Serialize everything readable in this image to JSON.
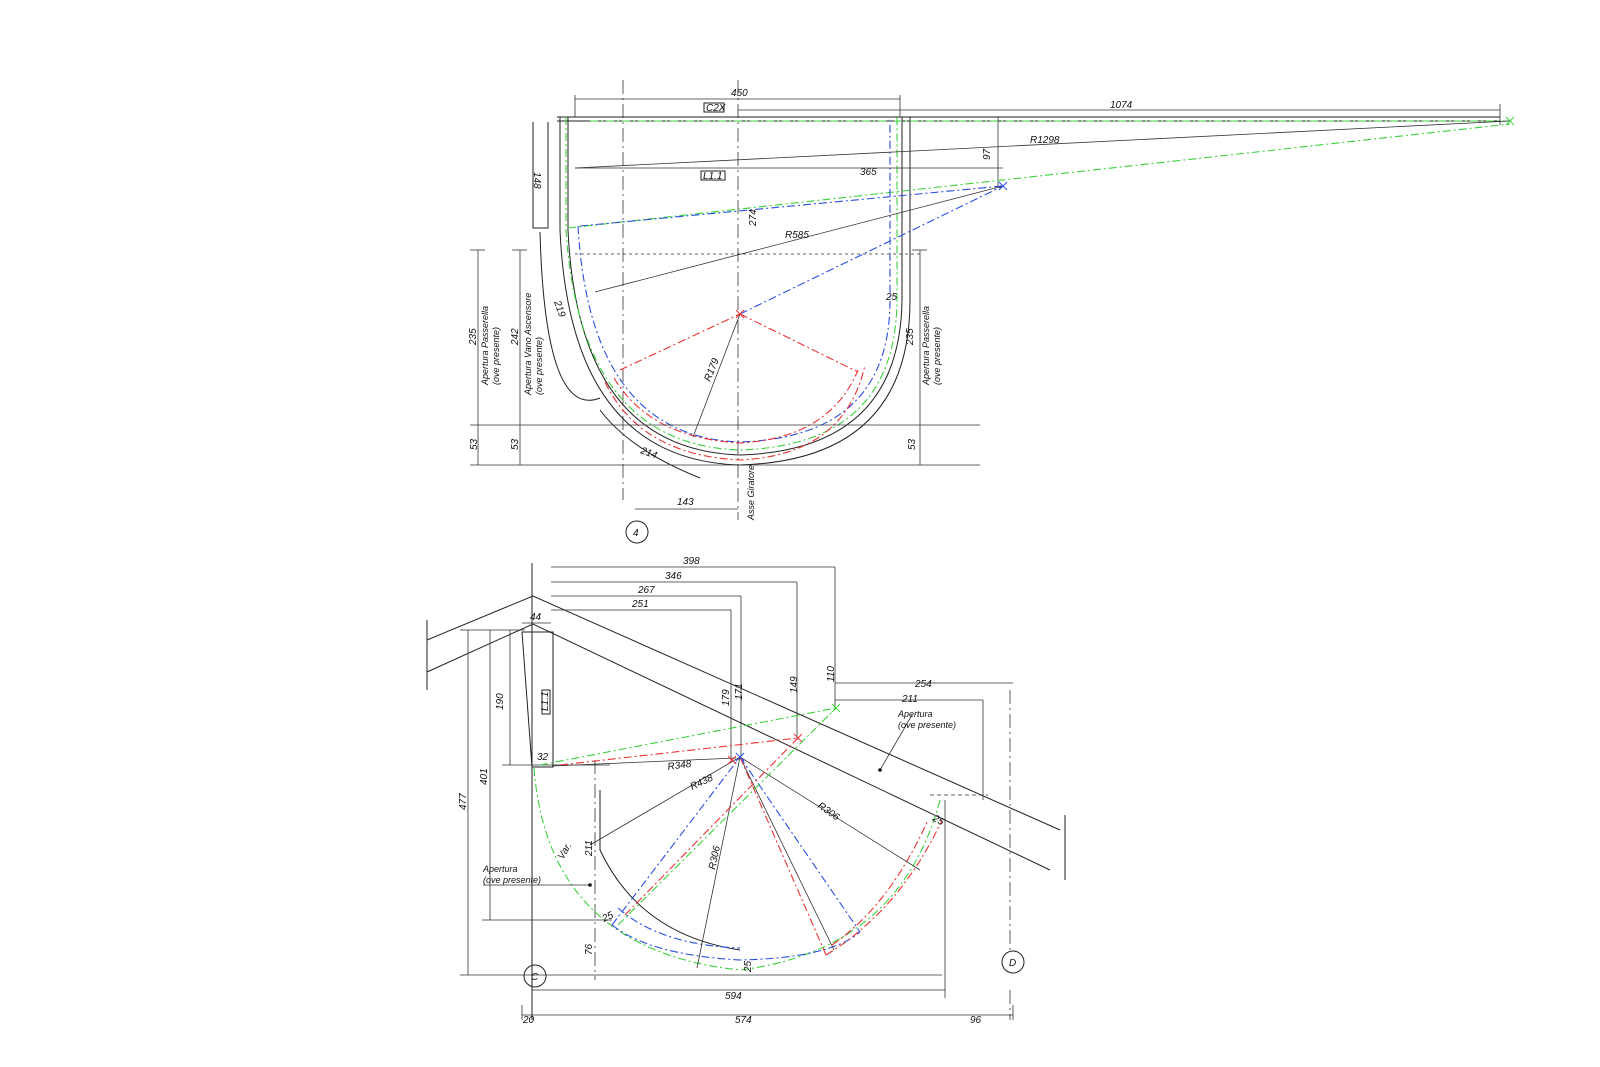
{
  "top": {
    "dims": {
      "d450": "450",
      "d1074": "1074",
      "r1298": "R1298",
      "d97": "97",
      "d365": "365",
      "d274": "274",
      "r585": "R585",
      "d25": "25",
      "r179": "R179",
      "a148": "148",
      "a219": "219",
      "a214": "214",
      "d143": "143",
      "d53a": "53",
      "d53b": "53",
      "d53c": "53",
      "d235a": "235",
      "d242": "242",
      "d235b": "235"
    },
    "tags": {
      "c2x": "C2X",
      "l1": "L1.1"
    },
    "notes": {
      "passerella_left": "Apertura Passerella",
      "passerella_left_2": "(ove presente)",
      "vano": "Apertura Vano Ascensore",
      "vano_2": "(ove presente)",
      "passerella_right": "Apertura Passerella",
      "passerella_right_2": "(ove presente)",
      "asse": "Asse Giratore"
    },
    "grid_label": "4"
  },
  "bottom": {
    "dims": {
      "d398": "398",
      "d346": "346",
      "d267": "267",
      "d251": "251",
      "d44": "44",
      "d190": "190",
      "d401": "401",
      "d477": "477",
      "d32": "32",
      "d179": "179",
      "d171": "171",
      "d149": "149",
      "d110": "110",
      "d254": "254",
      "d211a": "211",
      "r348": "R348",
      "r438": "R438",
      "r306a": "R306",
      "r306b": "R306",
      "d211b": "211",
      "var": "Var.",
      "d25a": "25",
      "d25b": "25",
      "d25c": "25",
      "d76": "76",
      "d594": "594",
      "d20": "20",
      "d574": "574",
      "d96": "96"
    },
    "tags": {
      "l1": "L1.1"
    },
    "notes": {
      "apertura_right": "Apertura",
      "apertura_right_2": "(ove presente)",
      "apertura_left": "Apertura",
      "apertura_left_2": "(ove presente)"
    },
    "grid_label_c": "C",
    "grid_label_d": "D"
  },
  "colors": {
    "red": "#e33333",
    "blue": "#2a4fe0",
    "green": "#3cd23c",
    "line": "#222222"
  }
}
